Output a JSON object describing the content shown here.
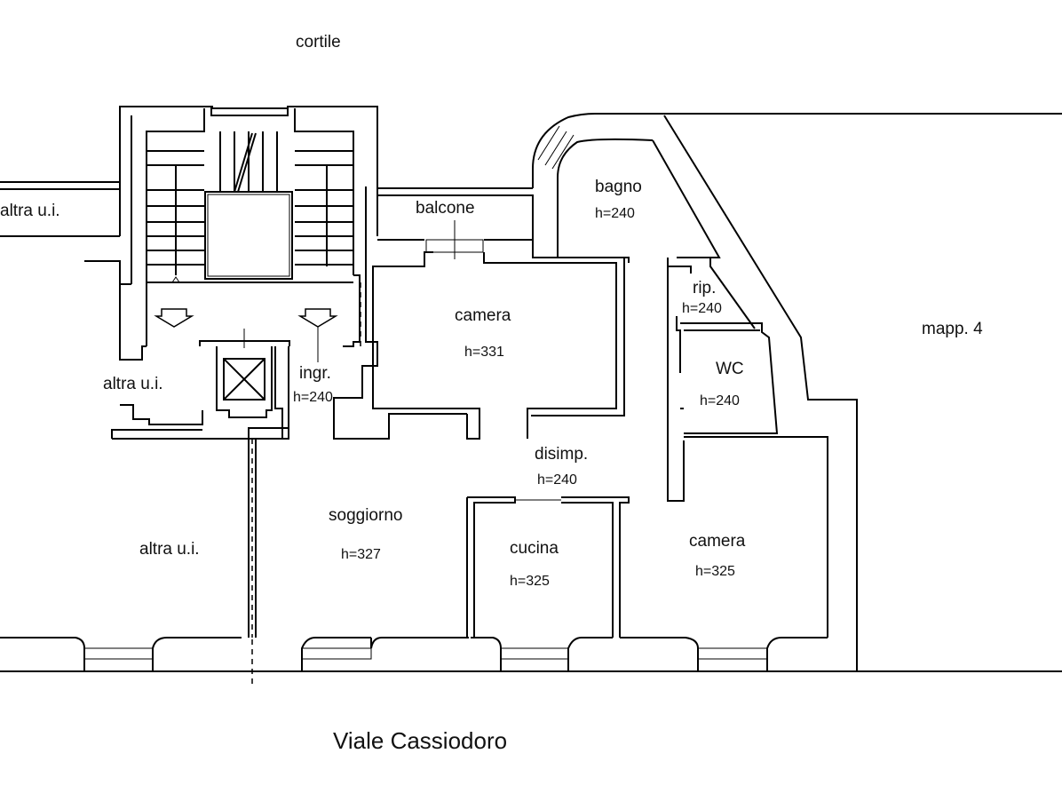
{
  "labels": {
    "courtyard": "cortile",
    "neighbor_left_top": "altra u.i.",
    "neighbor_left_mid": "altra u.i.",
    "neighbor_left_bottom": "altra u.i.",
    "balcony": "balcone",
    "bathroom": "bagno",
    "bathroom_h": "h=240",
    "storage": "rip.",
    "storage_h": "h=240",
    "wc": "WC",
    "wc_h": "h=240",
    "bedroom_top": "camera",
    "bedroom_top_h": "h=331",
    "entrance": "ingr.",
    "entrance_h": "h=240",
    "hallway": "disimp.",
    "hallway_h": "h=240",
    "living": "soggiorno",
    "living_h": "h=327",
    "kitchen": "cucina",
    "kitchen_h": "h=325",
    "bedroom_bottom": "camera",
    "bedroom_bottom_h": "h=325",
    "parcel": "mapp. 4",
    "street": "Viale Cassiodoro"
  }
}
